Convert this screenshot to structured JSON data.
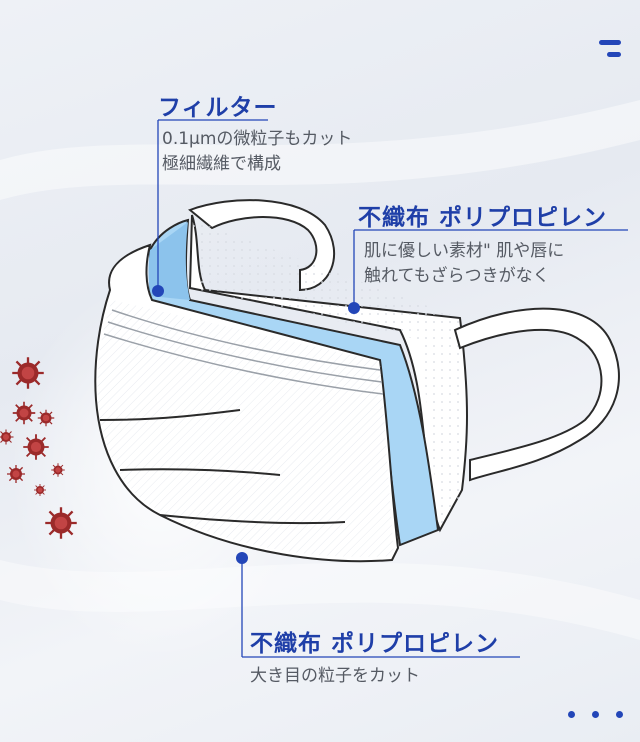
{
  "layers": [
    {
      "heading": "フィルター",
      "lines": [
        "0.1μmの微粒子もカット",
        "極細繊維で構成"
      ]
    },
    {
      "heading": "不織布 ポリプロピレン",
      "lines": [
        "肌に優しい素材\" 肌や唇に",
        "触れてもざらつきがなく"
      ]
    },
    {
      "heading": "不織布 ポリプロピレン",
      "lines": [
        "大き目の粒子をカット"
      ]
    }
  ],
  "icons": {
    "menu": "menu-icon",
    "more": "more-dots-icon",
    "virus": "virus-icon"
  },
  "colors": {
    "accent": "#2346b8",
    "filter_layer": "#9fd0f3",
    "mask": "#ffffff",
    "virus": "#9b2a2a"
  }
}
